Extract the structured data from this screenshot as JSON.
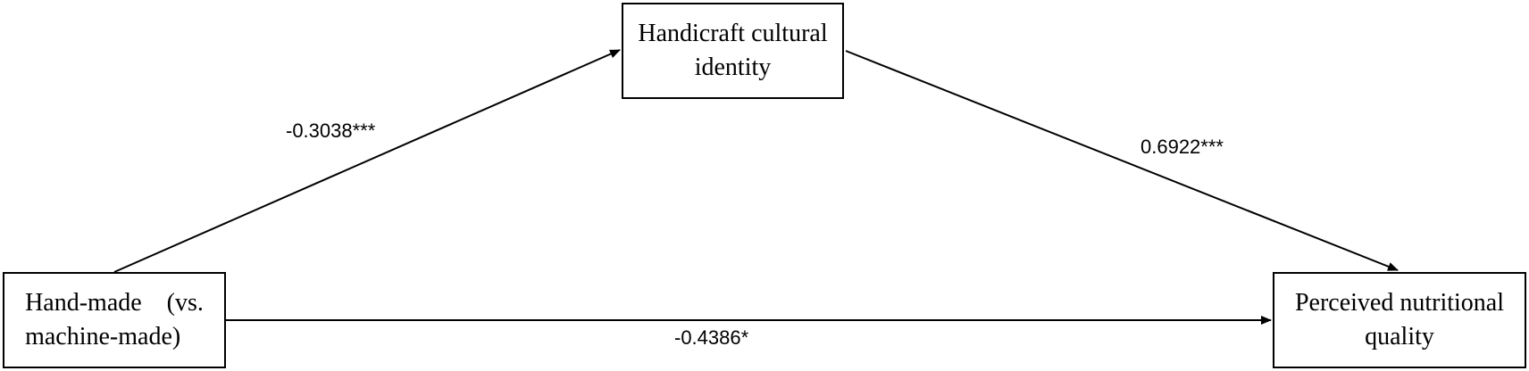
{
  "nodes": {
    "mediator": {
      "lines": [
        "Handicraft cultural",
        "identity"
      ]
    },
    "independent": {
      "lines": [
        "Hand-made    (vs.",
        "machine-made)"
      ]
    },
    "dependent": {
      "lines": [
        "Perceived nutritional",
        "quality"
      ]
    }
  },
  "paths": {
    "a": {
      "from": "independent",
      "to": "mediator",
      "coefficient": "-0.3038***"
    },
    "b": {
      "from": "mediator",
      "to": "dependent",
      "coefficient": "0.6922***"
    },
    "c": {
      "from": "independent",
      "to": "dependent",
      "coefficient": "-0.4386*"
    }
  },
  "colors": {
    "stroke": "#000000",
    "background": "#ffffff"
  }
}
